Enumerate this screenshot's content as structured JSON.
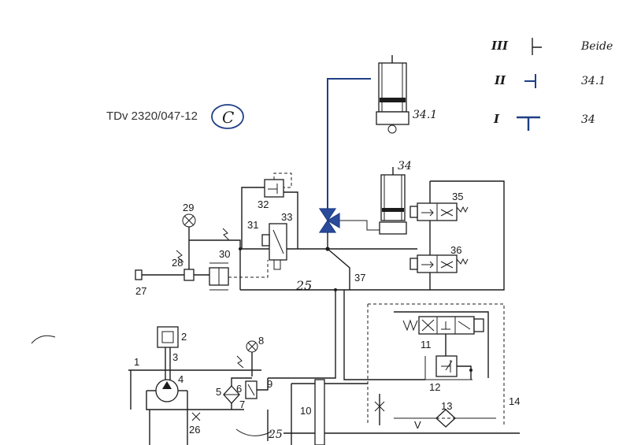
{
  "document": {
    "reference": "TDv 2320/047-12",
    "revision": "C"
  },
  "legend": [
    {
      "roman": "III",
      "target": "Beide"
    },
    {
      "roman": "II",
      "target": "34.1"
    },
    {
      "roman": "I",
      "target": "34"
    }
  ],
  "labels": {
    "l1": "1",
    "l2": "2",
    "l3": "3",
    "l4": "4",
    "l5": "5",
    "l6": "6",
    "l7": "7",
    "l8": "8",
    "l9": "9",
    "l10": "10",
    "l11": "11",
    "l12": "12",
    "l13": "13",
    "l14": "14",
    "l25a": "25",
    "l25b": "25",
    "l26": "26",
    "l27": "27",
    "l28": "28",
    "l29": "29",
    "l30": "30",
    "l31": "31",
    "l32": "32",
    "l33": "33",
    "l34": "34",
    "l341": "34.1",
    "l35": "35",
    "l36": "36",
    "l37": "37",
    "lV": "V"
  },
  "colors": {
    "ink": "#1c1c1c",
    "blue_ink": "#1f3f86"
  }
}
